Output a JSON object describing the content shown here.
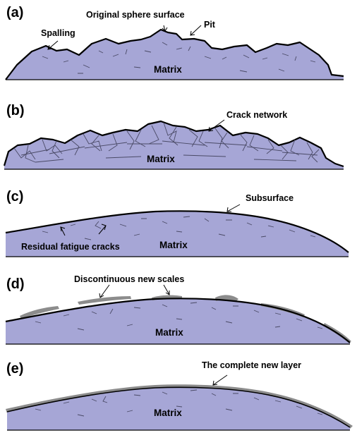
{
  "panels": [
    {
      "label": "(a)",
      "matrix": "Matrix",
      "annotations": [
        "Original sphere surface",
        "Spalling",
        "Pit"
      ]
    },
    {
      "label": "(b)",
      "matrix": "Matrix",
      "annotations": [
        "Crack network"
      ]
    },
    {
      "label": "(c)",
      "matrix": "Matrix",
      "annotations": [
        "Subsurface",
        "Residual fatigue cracks"
      ]
    },
    {
      "label": "(d)",
      "matrix": "Matrix",
      "annotations": [
        "Discontinuous new scales"
      ]
    },
    {
      "label": "(e)",
      "matrix": "Matrix",
      "annotations": [
        "The complete new layer"
      ]
    }
  ],
  "colors": {
    "matrix_fill": "#a6a6d6",
    "outline": "#000000",
    "scale_gray": "#8c8c8c"
  }
}
